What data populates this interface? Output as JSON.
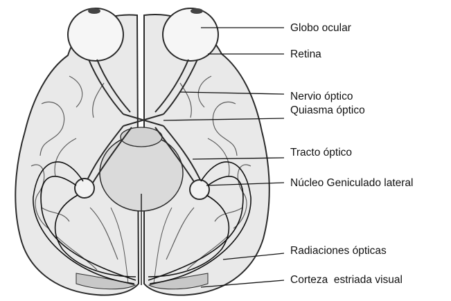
{
  "labels": {
    "eyeball": "Globo ocular",
    "retina": "Retina",
    "optic_nerve": "Nervio óptico",
    "optic_chiasm": "Quiasma óptico",
    "optic_tract": "Tracto óptico",
    "lgn": "Núcleo Geniculado lateral",
    "optic_radiations": "Radiaciones ópticas",
    "visual_cortex": "Corteza  estriada visual"
  },
  "colors": {
    "outline": "#2a2a2a",
    "brain_fill": "#e9e9e9",
    "shade": "#c8c8c8",
    "leader": "#111111",
    "text": "#111111"
  }
}
